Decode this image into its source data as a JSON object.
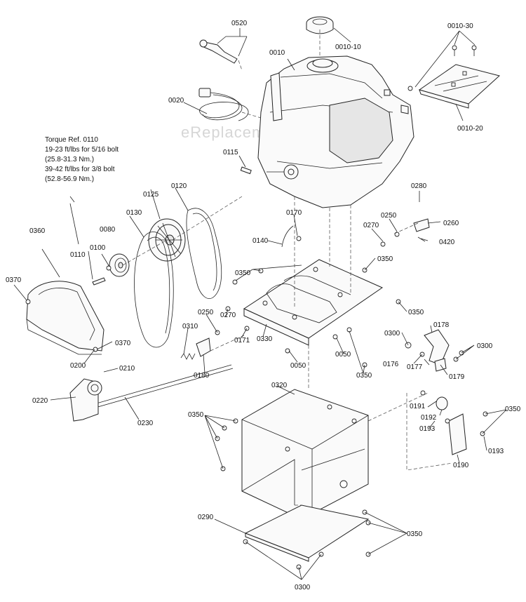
{
  "watermark": "eReplacementParts.com",
  "torque_note": {
    "title": "Torque Ref. 0110",
    "lines": [
      "19-23 ft/lbs for 5/16 bolt",
      "(25.8-31.3 Nm.)",
      "39-42 ft/lbs for 3/8 bolt",
      "(52.8-56.9 Nm.)"
    ]
  },
  "callouts": [
    {
      "id": "c0520",
      "text": "0520"
    },
    {
      "id": "c0010_10",
      "text": "0010-10"
    },
    {
      "id": "c0010_30",
      "text": "0010-30"
    },
    {
      "id": "c0010",
      "text": "0010"
    },
    {
      "id": "c0020",
      "text": "0020"
    },
    {
      "id": "c0010_20",
      "text": "0010-20"
    },
    {
      "id": "c0115",
      "text": "0115"
    },
    {
      "id": "c0280",
      "text": "0280"
    },
    {
      "id": "c0125",
      "text": "0125"
    },
    {
      "id": "c0120",
      "text": "0120"
    },
    {
      "id": "c0130",
      "text": "0130"
    },
    {
      "id": "c0360",
      "text": "0360"
    },
    {
      "id": "c0080",
      "text": "0080"
    },
    {
      "id": "c0170",
      "text": "0170"
    },
    {
      "id": "c0250a",
      "text": "0250"
    },
    {
      "id": "c0270a",
      "text": "0270"
    },
    {
      "id": "c0260",
      "text": "0260"
    },
    {
      "id": "c0100",
      "text": "0100"
    },
    {
      "id": "c0110",
      "text": "0110"
    },
    {
      "id": "c0140",
      "text": "0140"
    },
    {
      "id": "c0420",
      "text": "0420"
    },
    {
      "id": "c0370a",
      "text": "0370"
    },
    {
      "id": "c0350a",
      "text": "0350"
    },
    {
      "id": "c0350b",
      "text": "0350"
    },
    {
      "id": "c0350c",
      "text": "0350"
    },
    {
      "id": "c0250b",
      "text": "0250"
    },
    {
      "id": "c0270b",
      "text": "0270"
    },
    {
      "id": "c0178",
      "text": "0178"
    },
    {
      "id": "c0310",
      "text": "0310"
    },
    {
      "id": "c0300a",
      "text": "0300"
    },
    {
      "id": "c0171",
      "text": "0171"
    },
    {
      "id": "c0330",
      "text": "0330"
    },
    {
      "id": "c0370b",
      "text": "0370"
    },
    {
      "id": "c0300b",
      "text": "0300"
    },
    {
      "id": "c0200",
      "text": "0200"
    },
    {
      "id": "c0210",
      "text": "0210"
    },
    {
      "id": "c0180",
      "text": "0180"
    },
    {
      "id": "c0050a",
      "text": "0050"
    },
    {
      "id": "c0176",
      "text": "0176"
    },
    {
      "id": "c0177",
      "text": "0177"
    },
    {
      "id": "c0179",
      "text": "0179"
    },
    {
      "id": "c0050b",
      "text": "0050"
    },
    {
      "id": "c0350d",
      "text": "0350"
    },
    {
      "id": "c0320",
      "text": "0320"
    },
    {
      "id": "c0220",
      "text": "0220"
    },
    {
      "id": "c0191",
      "text": "0191"
    },
    {
      "id": "c0192",
      "text": "0192"
    },
    {
      "id": "c0350e",
      "text": "0350"
    },
    {
      "id": "c0350f",
      "text": "0350"
    },
    {
      "id": "c0230",
      "text": "0230"
    },
    {
      "id": "c0193a",
      "text": "0193"
    },
    {
      "id": "c0193b",
      "text": "0193"
    },
    {
      "id": "c0190",
      "text": "0190"
    },
    {
      "id": "c0290",
      "text": "0290"
    },
    {
      "id": "c0350g",
      "text": "0350"
    },
    {
      "id": "c0300c",
      "text": "0300"
    }
  ]
}
